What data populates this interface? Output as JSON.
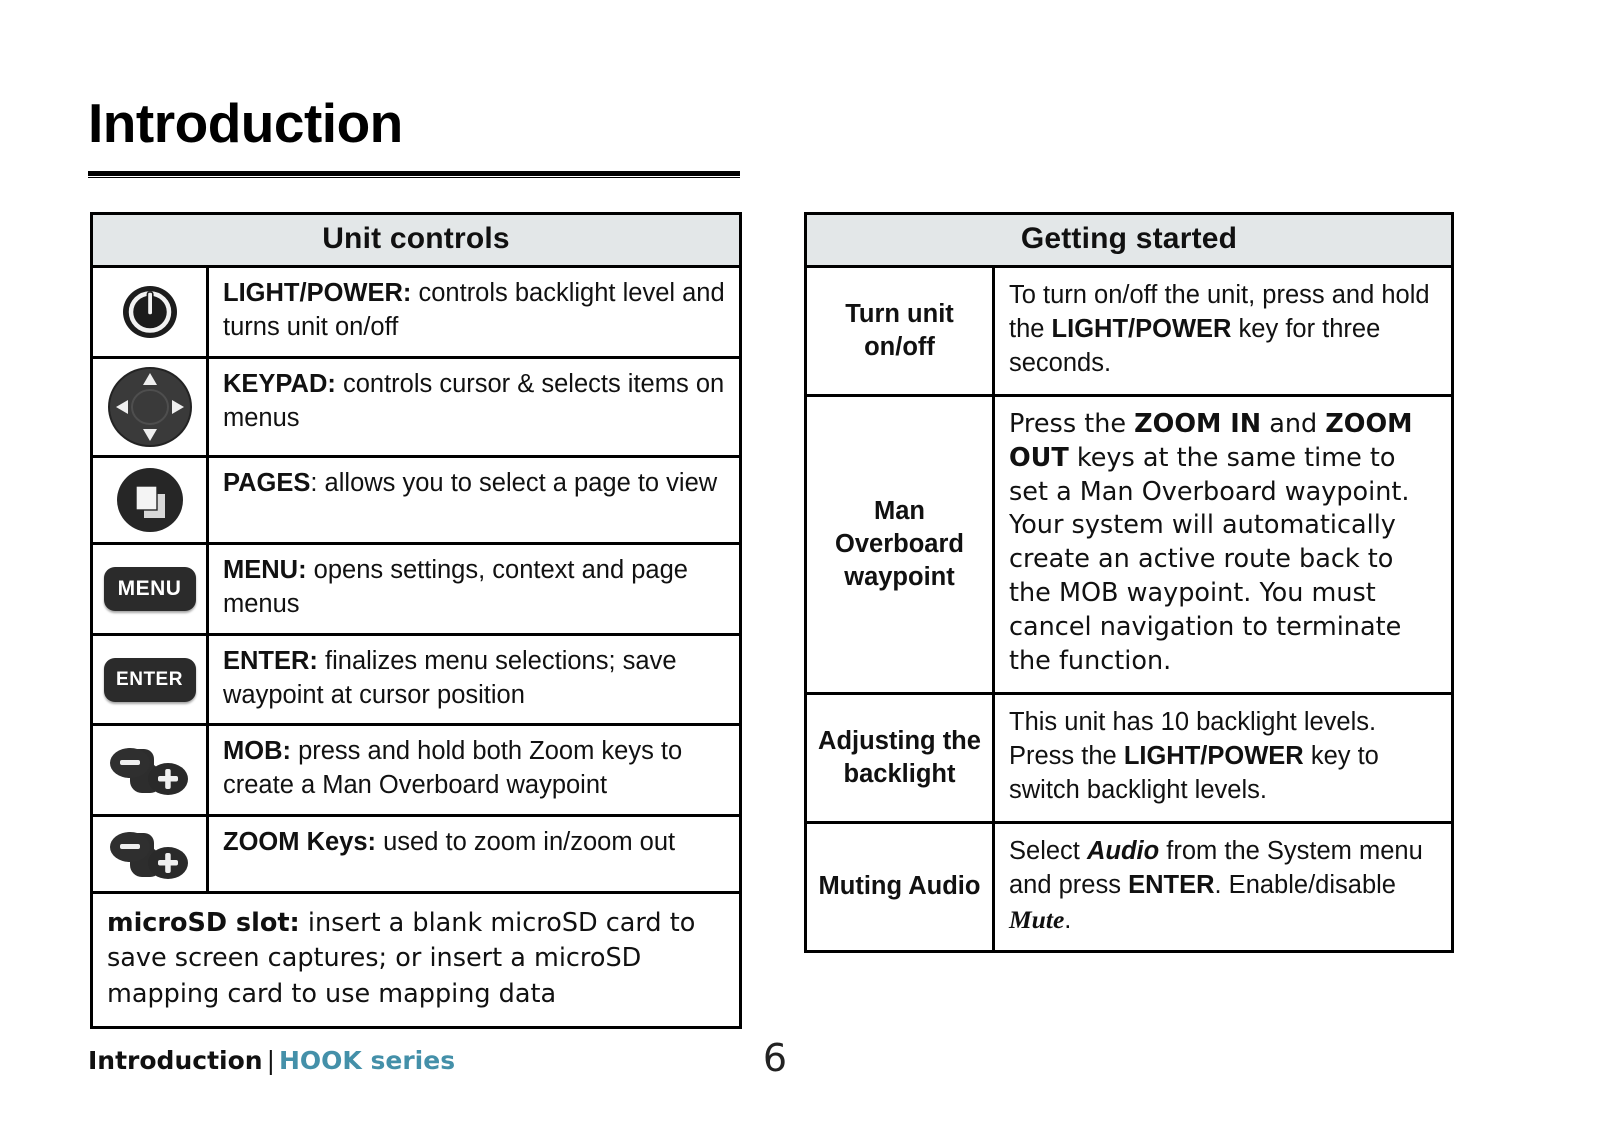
{
  "page": {
    "title": "Introduction",
    "number": "6",
    "footer_left": "Introduction",
    "footer_separator": "|",
    "footer_series": "HOOK series",
    "accent_color": "#4490a9",
    "header_band_color": "#e3e7e8",
    "rule_color": "#000000"
  },
  "unit_controls": {
    "header": "Unit controls",
    "rows": [
      {
        "icon": "power-button-icon",
        "term": "LIGHT/POWER:",
        "text": " controls backlight level and turns unit on/off"
      },
      {
        "icon": "keypad-dpad-icon",
        "term": "KEYPAD:",
        "text": " controls cursor & selects items on menus"
      },
      {
        "icon": "pages-icon",
        "term": "PAGES",
        "text": ": allows you to select a page to view"
      },
      {
        "icon": "menu-key-icon",
        "icon_label": "MENU",
        "term": "MENU:",
        "text": " opens settings, context and page menus"
      },
      {
        "icon": "enter-key-icon",
        "icon_label": "ENTER",
        "term": "ENTER:",
        "text": " finalizes menu selections; save waypoint at cursor position"
      },
      {
        "icon": "zoom-keys-icon",
        "term": "MOB:",
        "text": " press and hold both Zoom keys to create a Man Overboard waypoint"
      },
      {
        "icon": "zoom-keys-icon",
        "term": "ZOOM Keys:",
        "text": " used to zoom in/zoom out"
      }
    ],
    "footer_row": {
      "term": "microSD slot:",
      "text": " insert a blank microSD card to save screen captures; or insert a microSD mapping card to use mapping data"
    }
  },
  "getting_started": {
    "header": "Getting started",
    "rows": [
      {
        "label": "Turn unit on/off",
        "body_parts": [
          {
            "text": "To turn on/off the unit, press and hold the ",
            "style": "normal"
          },
          {
            "text": "LIGHT/POWER",
            "style": "bold"
          },
          {
            "text": " key for three seconds.",
            "style": "normal"
          }
        ]
      },
      {
        "label": "Man Overboard waypoint",
        "body_parts": [
          {
            "text": "Press the ",
            "style": "normal"
          },
          {
            "text": "ZOOM IN",
            "style": "bold"
          },
          {
            "text": " and ",
            "style": "normal"
          },
          {
            "text": "ZOOM OUT",
            "style": "bold"
          },
          {
            "text": " keys at the same time to set a Man Overboard waypoint. Your system will automatically create an active route back to the MOB waypoint. You must cancel navigation to terminate the function.",
            "style": "normal"
          }
        ]
      },
      {
        "label": "Adjusting the backlight",
        "body_parts": [
          {
            "text": "This unit has 10 backlight levels. Press the ",
            "style": "normal"
          },
          {
            "text": "LIGHT/POWER",
            "style": "bold"
          },
          {
            "text": " key to switch backlight levels.",
            "style": "normal"
          }
        ]
      },
      {
        "label": "Muting Audio",
        "body_parts": [
          {
            "text": "Select ",
            "style": "normal"
          },
          {
            "text": "Audio",
            "style": "bold-italic"
          },
          {
            "text": " from the System menu and press ",
            "style": "normal"
          },
          {
            "text": "ENTER",
            "style": "bold"
          },
          {
            "text": ". Enable/disable ",
            "style": "normal"
          },
          {
            "text": "Mute",
            "style": "serif-italic"
          },
          {
            "text": ".",
            "style": "normal"
          }
        ]
      }
    ]
  }
}
